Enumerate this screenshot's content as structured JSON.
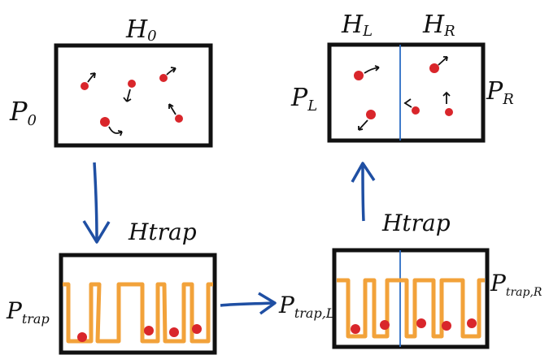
{
  "colors": {
    "ink": "#111111",
    "particle": "#d9262b",
    "trap": "#f2a23a",
    "arrow": "#1f4fa3",
    "divider": "#2b6cc4"
  },
  "labels": {
    "h0": "H",
    "h0_sub": "0",
    "p0": "P",
    "p0_sub": "0",
    "hl": "H",
    "hl_sub": "L",
    "hr": "H",
    "hr_sub": "R",
    "pl": "P",
    "pl_sub": "L",
    "pr": "P",
    "pr_sub": "R",
    "htrap_left": "Htrap",
    "htrap_right": "Htrap",
    "ptrap": "P",
    "ptrap_sub": "trap",
    "ptrapl": "P",
    "ptrapl_sub": "trap,L",
    "ptrapr": "P",
    "ptrapr_sub": "trap,R"
  },
  "icons": {
    "flow_down": "arrow-down-icon",
    "flow_right": "arrow-right-icon",
    "flow_up": "arrow-up-icon"
  }
}
